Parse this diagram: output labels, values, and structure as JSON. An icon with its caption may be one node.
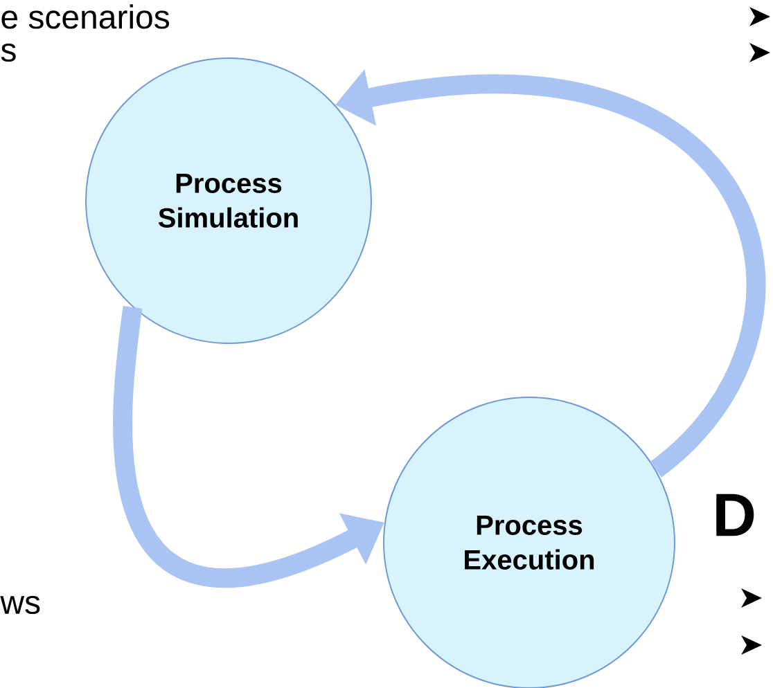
{
  "diagram": {
    "nodes": [
      {
        "text": [
          "Process Simulation"
        ]
      },
      {
        "text": [
          "Process Execution"
        ]
      }
    ],
    "edges": [
      {
        "from": 0,
        "to": 1,
        "arrow": "to"
      },
      {
        "from": 1,
        "to": 0,
        "arrow": "to"
      }
    ],
    "labels": [
      "e scenarios",
      "s",
      "ws",
      "D"
    ]
  }
}
